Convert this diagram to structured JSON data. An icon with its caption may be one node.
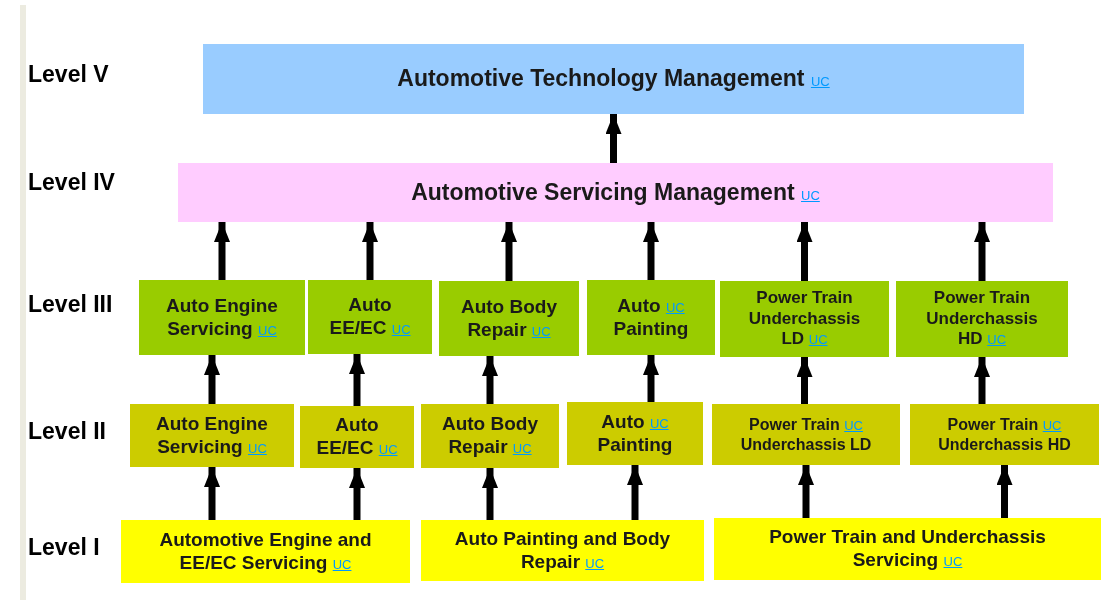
{
  "diagram": {
    "nodes": [
      {
        "text": [
          "Automotive Technology Management",
          "UC"
        ]
      },
      {
        "text": [
          "Automotive Servicing Management",
          "UC"
        ]
      },
      {
        "text": [
          "Auto Engine Servicing",
          "UC"
        ]
      },
      {
        "text": [
          "Auto EE/EC",
          "UC"
        ]
      },
      {
        "text": [
          "Auto Body Repair",
          "UC"
        ]
      },
      {
        "text": [
          "Auto",
          "UC",
          "Painting"
        ]
      },
      {
        "text": [
          "Power Train Underchassis LD",
          "UC"
        ]
      },
      {
        "text": [
          "Power Train Underchassis HD",
          "UC"
        ]
      },
      {
        "text": [
          "Auto Engine Servicing",
          "UC"
        ]
      },
      {
        "text": [
          "Auto EE/EC",
          "UC"
        ]
      },
      {
        "text": [
          "Auto Body Repair",
          "UC"
        ]
      },
      {
        "text": [
          "Auto",
          "UC",
          "Painting"
        ]
      },
      {
        "text": [
          "Power Train",
          "UC",
          "Underchassis LD"
        ]
      },
      {
        "text": [
          "Power Train",
          "UC",
          "Underchassis HD"
        ]
      },
      {
        "text": [
          "Automotive Engine and EE/EC Servicing",
          "UC"
        ]
      },
      {
        "text": [
          "Auto Painting and Body Repair",
          "UC"
        ]
      },
      {
        "text": [
          "Power Train and Underchassis Servicing",
          "UC"
        ]
      }
    ],
    "edges": [
      {
        "from": 1,
        "to": 0,
        "arrow": "to"
      },
      {
        "from": 2,
        "to": 1,
        "arrow": "to"
      },
      {
        "from": 3,
        "to": 1,
        "arrow": "to"
      },
      {
        "from": 4,
        "to": 1,
        "arrow": "to"
      },
      {
        "from": 5,
        "to": 1,
        "arrow": "to"
      },
      {
        "from": 6,
        "to": 1,
        "arrow": "to"
      },
      {
        "from": 7,
        "to": 1,
        "arrow": "to"
      },
      {
        "from": 8,
        "to": 2,
        "arrow": "to"
      },
      {
        "from": 9,
        "to": 3,
        "arrow": "to"
      },
      {
        "from": 10,
        "to": 4,
        "arrow": "to"
      },
      {
        "from": 11,
        "to": 5,
        "arrow": "to"
      },
      {
        "from": 12,
        "to": 6,
        "arrow": "to"
      },
      {
        "from": 13,
        "to": 7,
        "arrow": "to"
      },
      {
        "from": 14,
        "to": 8,
        "arrow": "to"
      },
      {
        "from": 14,
        "to": 9,
        "arrow": "to"
      },
      {
        "from": 15,
        "to": 10,
        "arrow": "to"
      },
      {
        "from": 15,
        "to": 11,
        "arrow": "to"
      },
      {
        "from": 16,
        "to": 12,
        "arrow": "to"
      },
      {
        "from": 16,
        "to": 13,
        "arrow": "to"
      }
    ],
    "labels": [
      "Level V",
      "Level IV",
      "Level III",
      "Level II",
      "Level I"
    ]
  }
}
